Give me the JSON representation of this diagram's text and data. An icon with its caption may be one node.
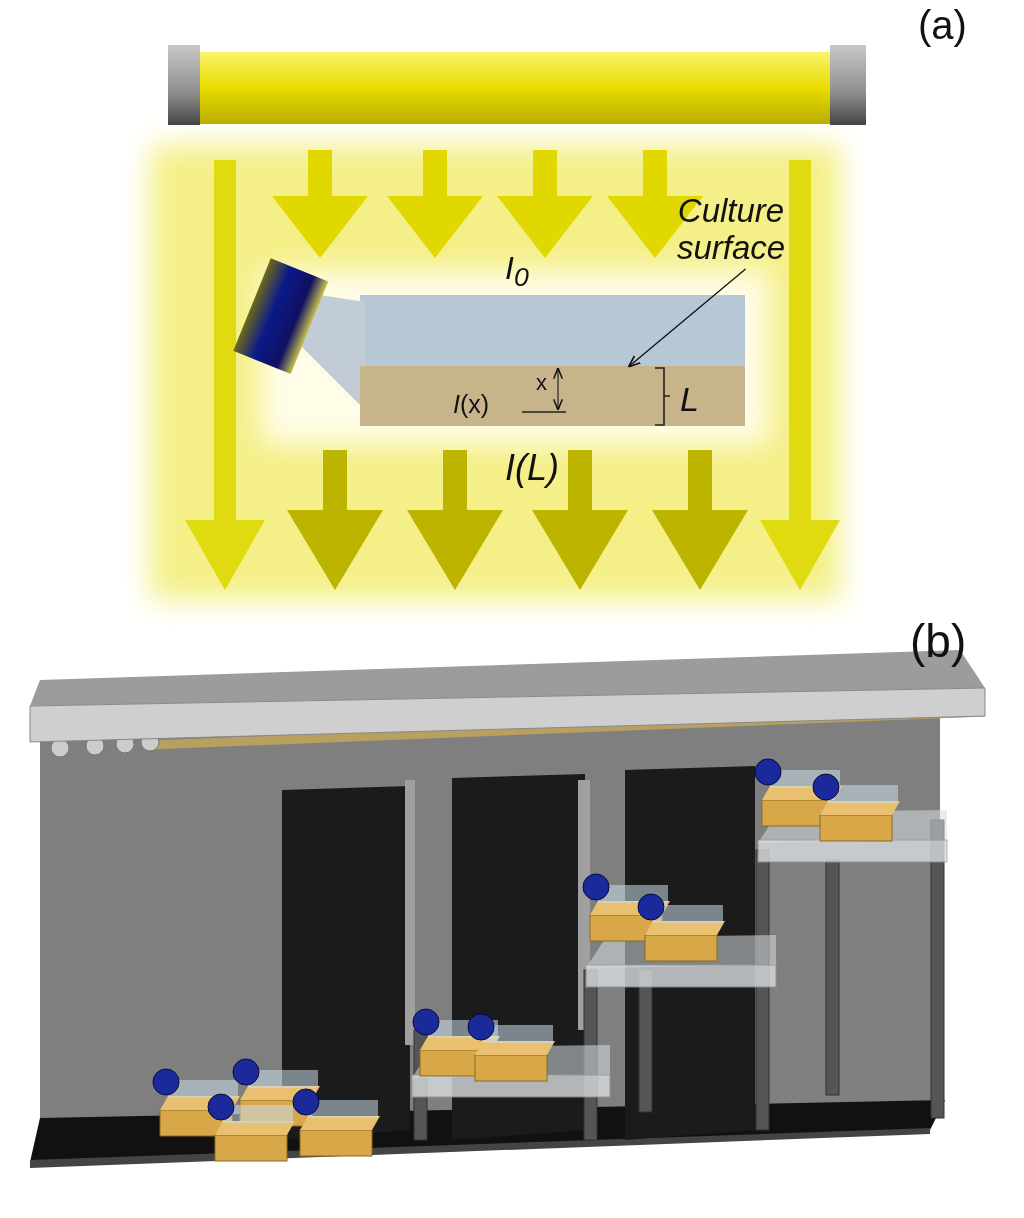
{
  "diagram": {
    "nodes": [
      {
        "text": [
          "Culture surface"
        ]
      },
      {
        "text": [],
        "shape": "box"
      }
    ],
    "edges": [
      {
        "from": 0,
        "to": 1,
        "arrow": "to"
      }
    ],
    "labels": [
      "(a)",
      "I$_{0}$",
      "x",
      "*I*(x)",
      "L",
      "I(L)",
      "(b)"
    ]
  }
}
